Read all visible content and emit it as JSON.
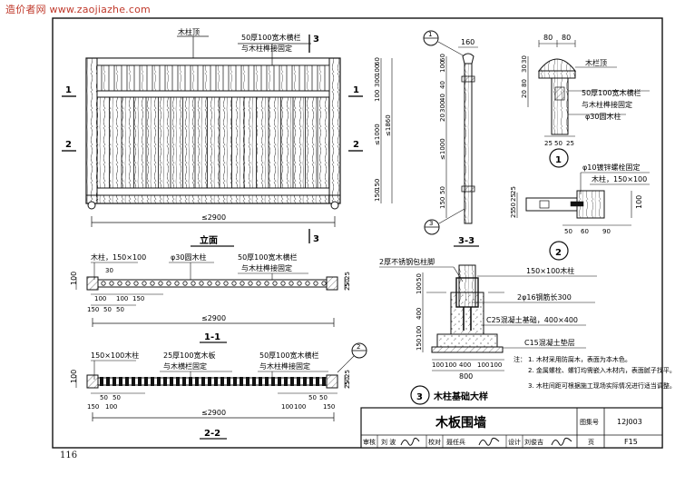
{
  "watermark": "造价者网 www.zaojiazhe.com",
  "page_number": "116",
  "elevation": {
    "label_post_top": "木柱顶",
    "label_rail_line1": "50厚100宽木横栏",
    "label_rail_line2": "与木柱榫接固定",
    "width_dim": "≤2900",
    "title": "立面",
    "section_1": "1",
    "section_2": "2",
    "section_3": "3"
  },
  "elevation_side_dims": [
    "60",
    "100",
    "300",
    "100",
    "≤1000",
    "150",
    "150",
    "≤1860"
  ],
  "section33": {
    "title": "3-3",
    "top_dim": "160",
    "dims": [
      "60",
      "100",
      "40",
      "40",
      "300",
      "20",
      "≤1000",
      "50",
      "150"
    ],
    "callout": "1",
    "callout_bottom": "3"
  },
  "detail1": {
    "top_dims": [
      "80",
      "80"
    ],
    "side_dims": [
      "30",
      "30",
      "80",
      "20"
    ],
    "label_top": "木栏顶",
    "label_rail_line1": "50厚100宽木横栏",
    "label_rail_line2": "与木柱榫接固定",
    "label_round": "φ30圆木柱",
    "bottom_dims": [
      "25",
      "50",
      "25"
    ],
    "callout": "1"
  },
  "detail2": {
    "label_bolt": "φ10镀锌螺栓固定",
    "label_post": "木柱，150×100",
    "left_dims": [
      "25",
      "25",
      "50",
      "25"
    ],
    "right_dim": "100",
    "bottom_dims": [
      "50",
      "60",
      "90"
    ],
    "callout": "2"
  },
  "plan11": {
    "title": "1-1",
    "label_post": "木柱，150×100",
    "label_round": "φ30圆木柱",
    "label_rail_line1": "50厚100宽木横栏",
    "label_rail_line2": "与木柱榫接固定",
    "dim_30": "30",
    "left_dim": "100",
    "right_dims": [
      "25",
      "50",
      "25"
    ],
    "spacing_dims": [
      "100",
      "100",
      "150"
    ],
    "small_dims": [
      "150",
      "50",
      "50"
    ],
    "width_dim": "≤2900"
  },
  "plan22": {
    "title": "2-2",
    "label_post": "150×100木柱",
    "label_board_line1": "25厚100宽木板",
    "label_board_line2": "与木横栏固定",
    "label_rail_line1": "50厚100宽木横栏",
    "label_rail_line2": "与木柱榫接固定",
    "left_dim": "100",
    "right_dims": [
      "25",
      "50",
      "25"
    ],
    "dims_left": [
      "50",
      "50",
      "150",
      "100"
    ],
    "dims_right": [
      "100",
      "100",
      "50",
      "50",
      "150"
    ],
    "width_dim": "≤2900",
    "callout": "2"
  },
  "foundation": {
    "label_sleeve": "2厚不锈钢包柱脚",
    "label_post": "150×100木柱",
    "label_rebar": "2φ16钢筋长300",
    "label_footing": "C25混凝土基础，400×400",
    "label_bed": "C15混凝土垫层",
    "side_dims": [
      "50",
      "100",
      "400",
      "100",
      "150"
    ],
    "bottom_dims": [
      "100",
      "100",
      "400",
      "100",
      "100"
    ],
    "total_dim": "800",
    "callout": "3",
    "title": "木柱基础大样"
  },
  "notes": {
    "header": "注：",
    "items": [
      "1. 木材采用防腐木，表面为本木色。",
      "2. 金属螺栓、螺钉均需嵌入木材内，表面腻子找平。",
      "3. 木柱间距可根据施工现场实际情况进行适当调整。"
    ]
  },
  "title_block": {
    "title": "木板围墙",
    "atlas_label": "图集号",
    "atlas_no": "12J003",
    "review_label": "审核",
    "reviewer": "刘 波",
    "check_label": "校对",
    "checker": "聂任兵",
    "design_label": "设计",
    "designer": "刘俊吉",
    "page_label": "页",
    "page_no": "F15"
  }
}
